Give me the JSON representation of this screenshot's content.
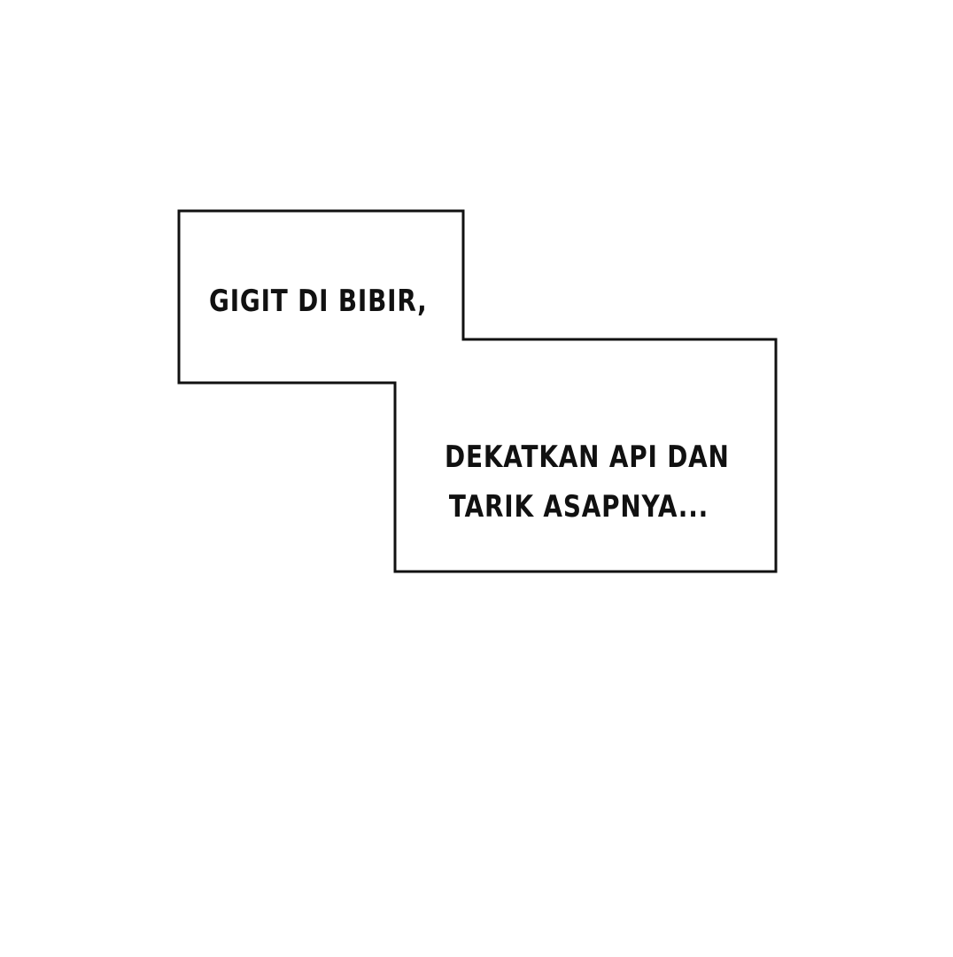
{
  "narration": {
    "box_1_text": "GIGIT DI BIBIR,",
    "box_2_line_1": "DEKATKAN API DAN",
    "box_2_line_2": "TARIK ASAPNYA..."
  },
  "colors": {
    "background": "#ffffff",
    "outline": "#111111",
    "text": "#111111"
  }
}
